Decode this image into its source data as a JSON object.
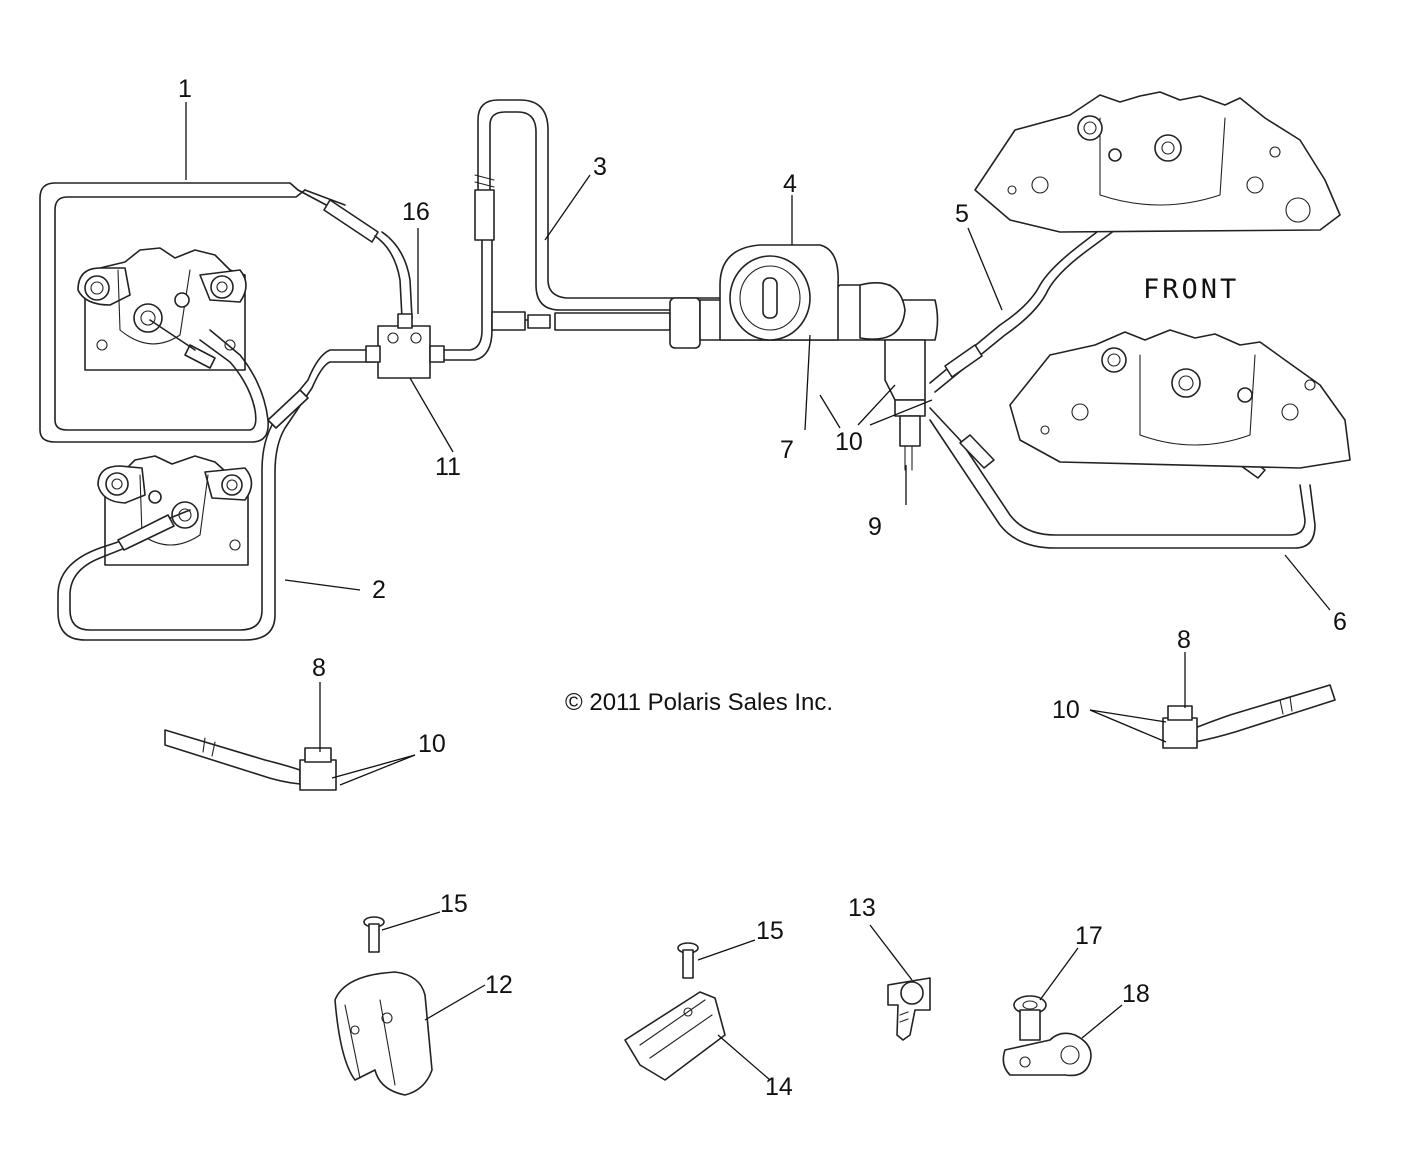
{
  "diagram": {
    "front_label": "FRONT",
    "copyright": "© 2011 Polaris Sales Inc.",
    "callouts": [
      {
        "id": "1",
        "text": "1"
      },
      {
        "id": "2",
        "text": "2"
      },
      {
        "id": "3",
        "text": "3"
      },
      {
        "id": "4",
        "text": "4"
      },
      {
        "id": "5",
        "text": "5"
      },
      {
        "id": "6",
        "text": "6"
      },
      {
        "id": "7",
        "text": "7"
      },
      {
        "id": "8a",
        "text": "8"
      },
      {
        "id": "8b",
        "text": "8"
      },
      {
        "id": "9",
        "text": "9"
      },
      {
        "id": "10a",
        "text": "10"
      },
      {
        "id": "10b",
        "text": "10"
      },
      {
        "id": "10c",
        "text": "10"
      },
      {
        "id": "11",
        "text": "11"
      },
      {
        "id": "12",
        "text": "12"
      },
      {
        "id": "13",
        "text": "13"
      },
      {
        "id": "14",
        "text": "14"
      },
      {
        "id": "15a",
        "text": "15"
      },
      {
        "id": "15b",
        "text": "15"
      },
      {
        "id": "16",
        "text": "16"
      },
      {
        "id": "17",
        "text": "17"
      },
      {
        "id": "18",
        "text": "18"
      }
    ]
  }
}
